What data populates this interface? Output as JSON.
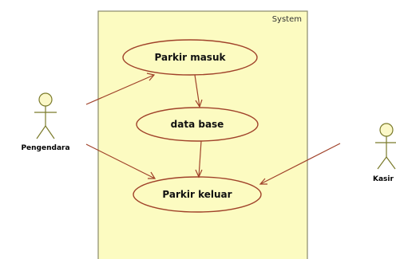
{
  "system": {
    "title": "System"
  },
  "usecases": {
    "parkir_masuk": "Parkir masuk",
    "data_base": "data base",
    "parkir_keluar": "Parkir keluar"
  },
  "actors": {
    "pengendara": "Pengendara",
    "kasir": "Kasir"
  },
  "colors": {
    "system_fill": "#fcfbc1",
    "usecase_fill": "#fcfbc1",
    "line_color": "#a0422a",
    "actor_stroke": "#7a7a2a"
  }
}
